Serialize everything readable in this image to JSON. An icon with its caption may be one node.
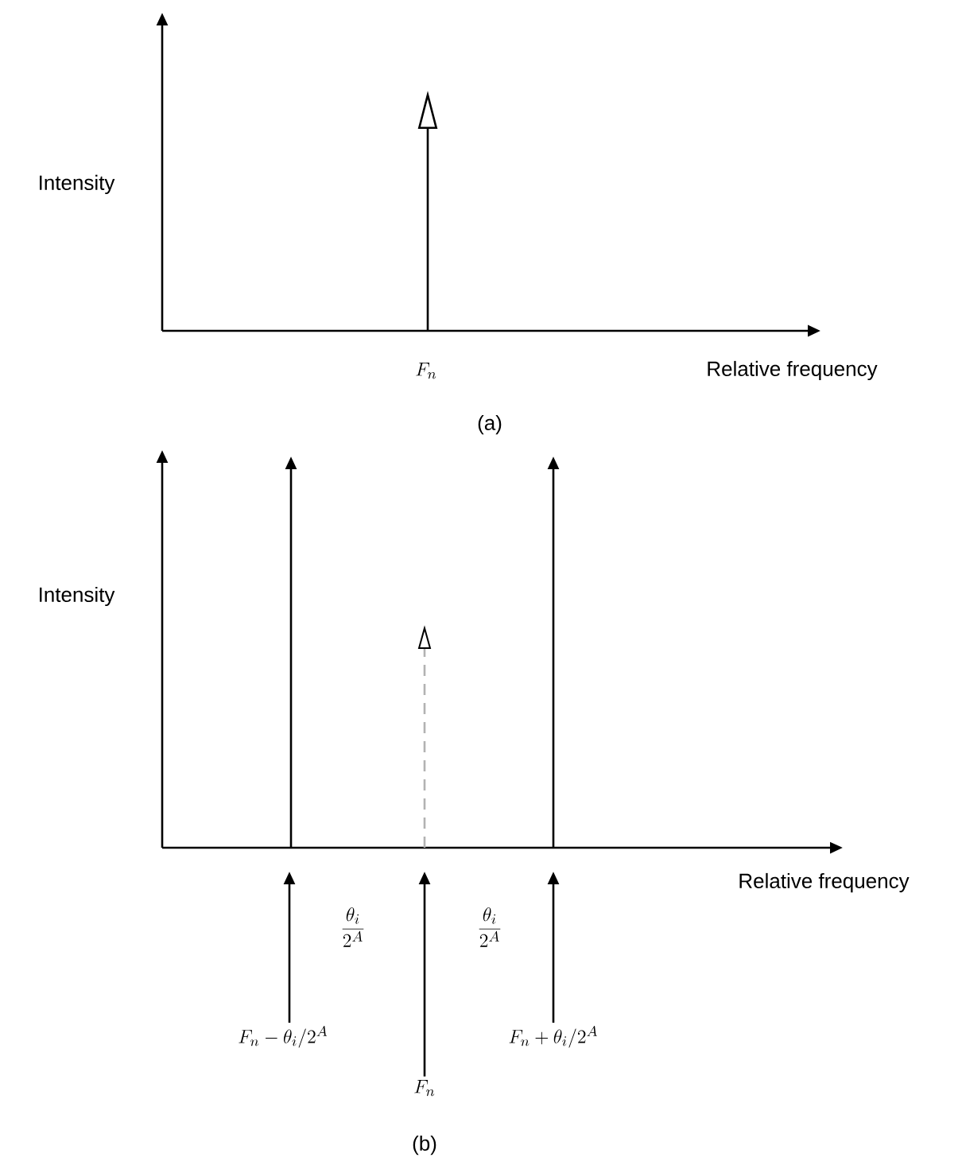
{
  "diagram": {
    "nodes": [
      {
        "text": [
          "F_n-\\theta_i/2^A"
        ]
      },
      {
        "text": [
          "F_n"
        ]
      },
      {
        "text": [
          "F_n+\\theta_i/2^A"
        ]
      }
    ],
    "edges": [
      {
        "from": 0,
        "to": null,
        "arrow": "to"
      },
      {
        "from": 1,
        "to": null,
        "arrow": "to"
      },
      {
        "from": 2,
        "to": null,
        "arrow": "to"
      }
    ],
    "labels": [
      "Intensity",
      "Relative frequency",
      "F_n",
      "(a)",
      "Intensity",
      "\\frac{\\theta_i}{2^A}",
      "\\frac{\\theta_i}{2^A}",
      "Relative frequency",
      "(b)"
    ]
  }
}
